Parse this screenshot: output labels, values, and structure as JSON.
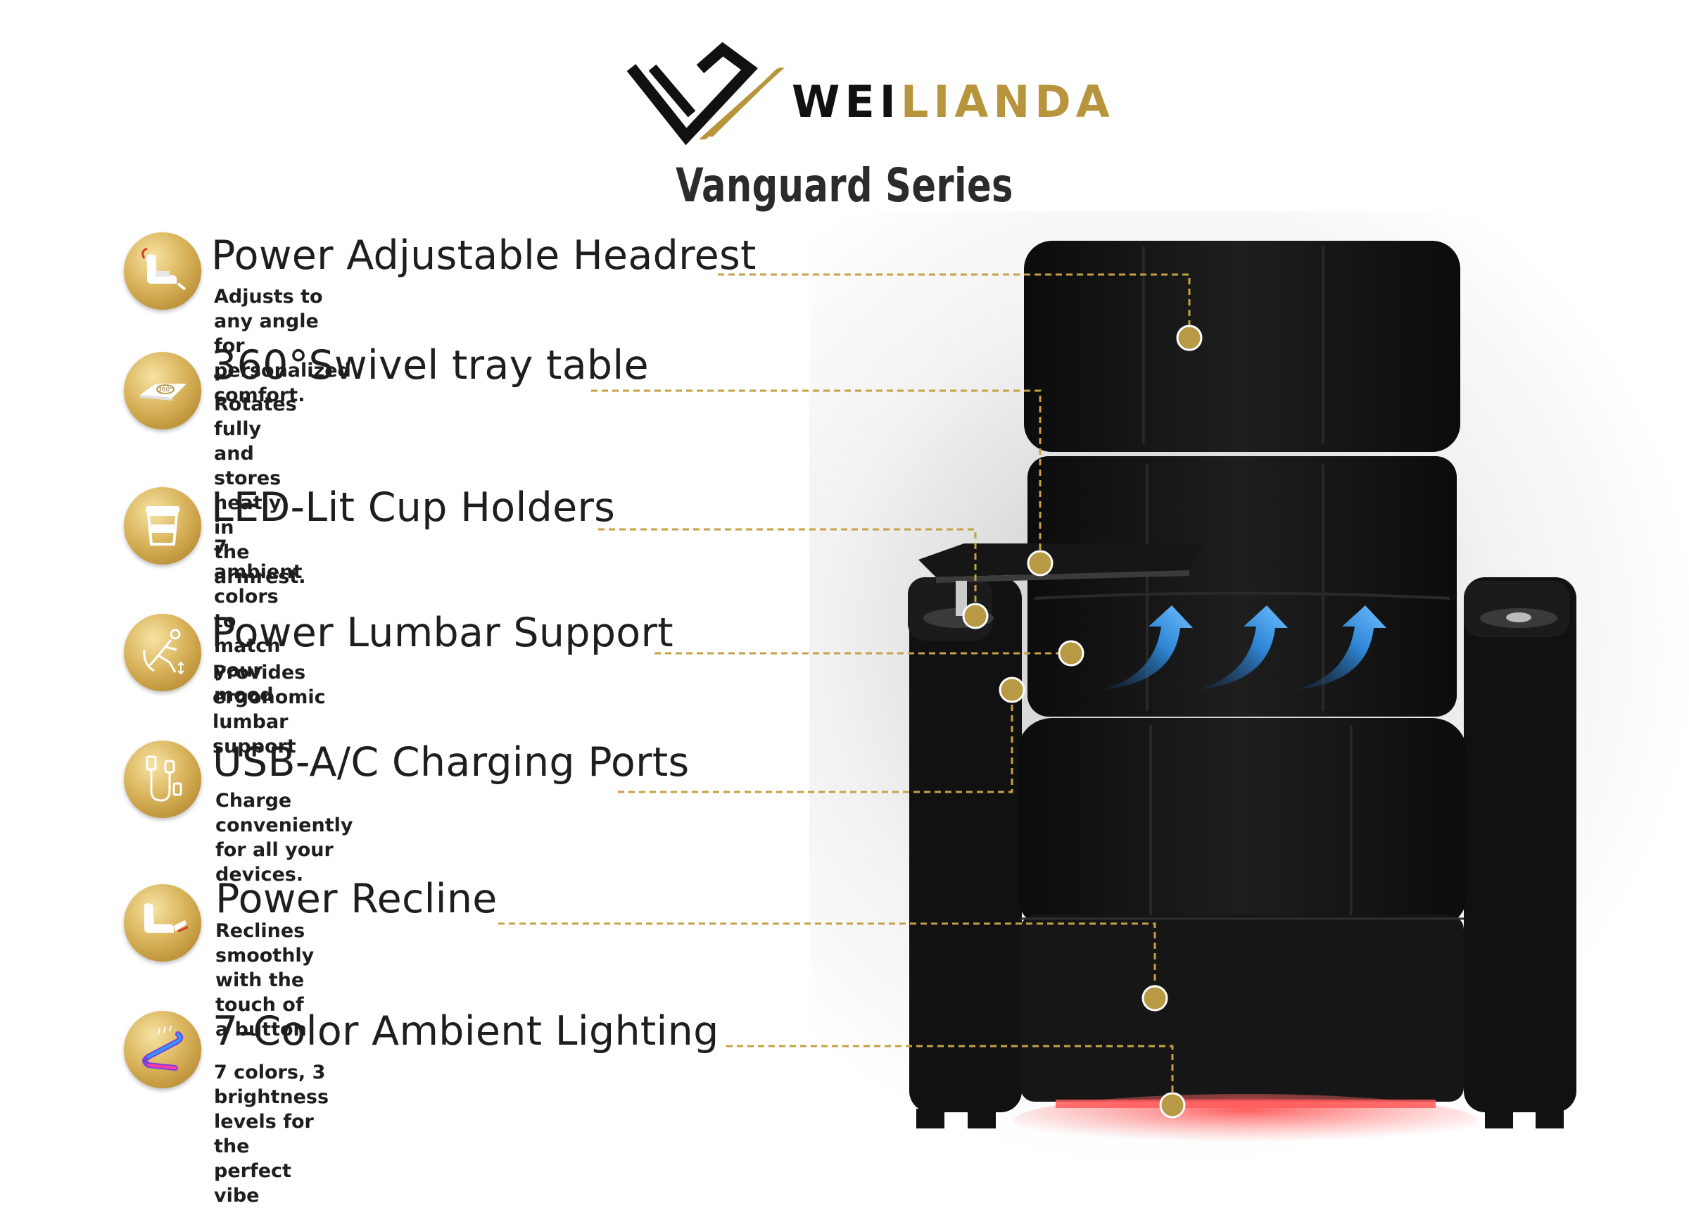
{
  "brand": {
    "name_part1": "WEI",
    "name_part2": "LIANDA"
  },
  "series_title": "Vanguard Series",
  "colors": {
    "gold": "#c6a144",
    "dark": "#111111",
    "text": "#1e1e1e"
  },
  "features": [
    {
      "title": "Power Adjustable Headrest",
      "desc": "Adjusts to any angle for personalized comfort.",
      "icon": "recliner-headrest-icon"
    },
    {
      "title": "360°Swivel tray table",
      "desc_line1": "Rotates fully and stores neatly in",
      "desc_line2": "the armrest.",
      "icon": "swivel-tray-icon",
      "icon_text": "360°"
    },
    {
      "title": "LED-Lit Cup Holders",
      "desc": "7 ambient colors to match your mood",
      "icon": "cup-icon"
    },
    {
      "title": "Power Lumbar Support",
      "desc": "Provides ergonomic lumbar support",
      "icon": "lumbar-person-icon"
    },
    {
      "title": "USB-A/C Charging Ports",
      "desc_line1": "Charge conveniently for all your",
      "desc_line2": "devices.",
      "icon": "usb-cable-icon"
    },
    {
      "title": "Power Recline",
      "desc_line1": "Reclines smoothly with the",
      "desc_line2": "touch of a button",
      "icon": "recliner-footrest-icon"
    },
    {
      "title": "7-Color Ambient Lighting",
      "desc": "7 colors, 3 brightness levels for the perfect vibe",
      "icon": "led-strip-icon"
    }
  ]
}
